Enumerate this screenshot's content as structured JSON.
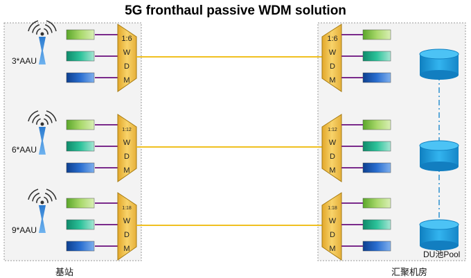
{
  "title": "5G fronthaul passive WDM solution",
  "left_panel_label": "基站",
  "right_panel_label": "汇聚机房",
  "du_pool_label": "DU池Pool",
  "rows": [
    {
      "aau_label": "3*AAU",
      "ratio": "1:6",
      "mux_letters": [
        "W",
        "D",
        "M"
      ]
    },
    {
      "aau_label": "6*AAU",
      "ratio": "1:12",
      "mux_letters": [
        "W",
        "D",
        "M"
      ]
    },
    {
      "aau_label": "9*AAU",
      "ratio": "1:18",
      "mux_letters": [
        "W",
        "D",
        "M"
      ]
    }
  ],
  "colors": {
    "mux_fill": "#f2c14e",
    "mux_stroke": "#a67a10",
    "fiber": "#f0c020",
    "port_line": "#7a2a8a",
    "module_green_light": "#8bc34a",
    "module_teal": "#26a69a",
    "module_blue": "#1e5fb4",
    "du_fill": "#1e9ad6",
    "panel_border": "#999999"
  },
  "icons": [
    "antenna-signal-icon",
    "module-icon",
    "du-cylinder-icon"
  ]
}
